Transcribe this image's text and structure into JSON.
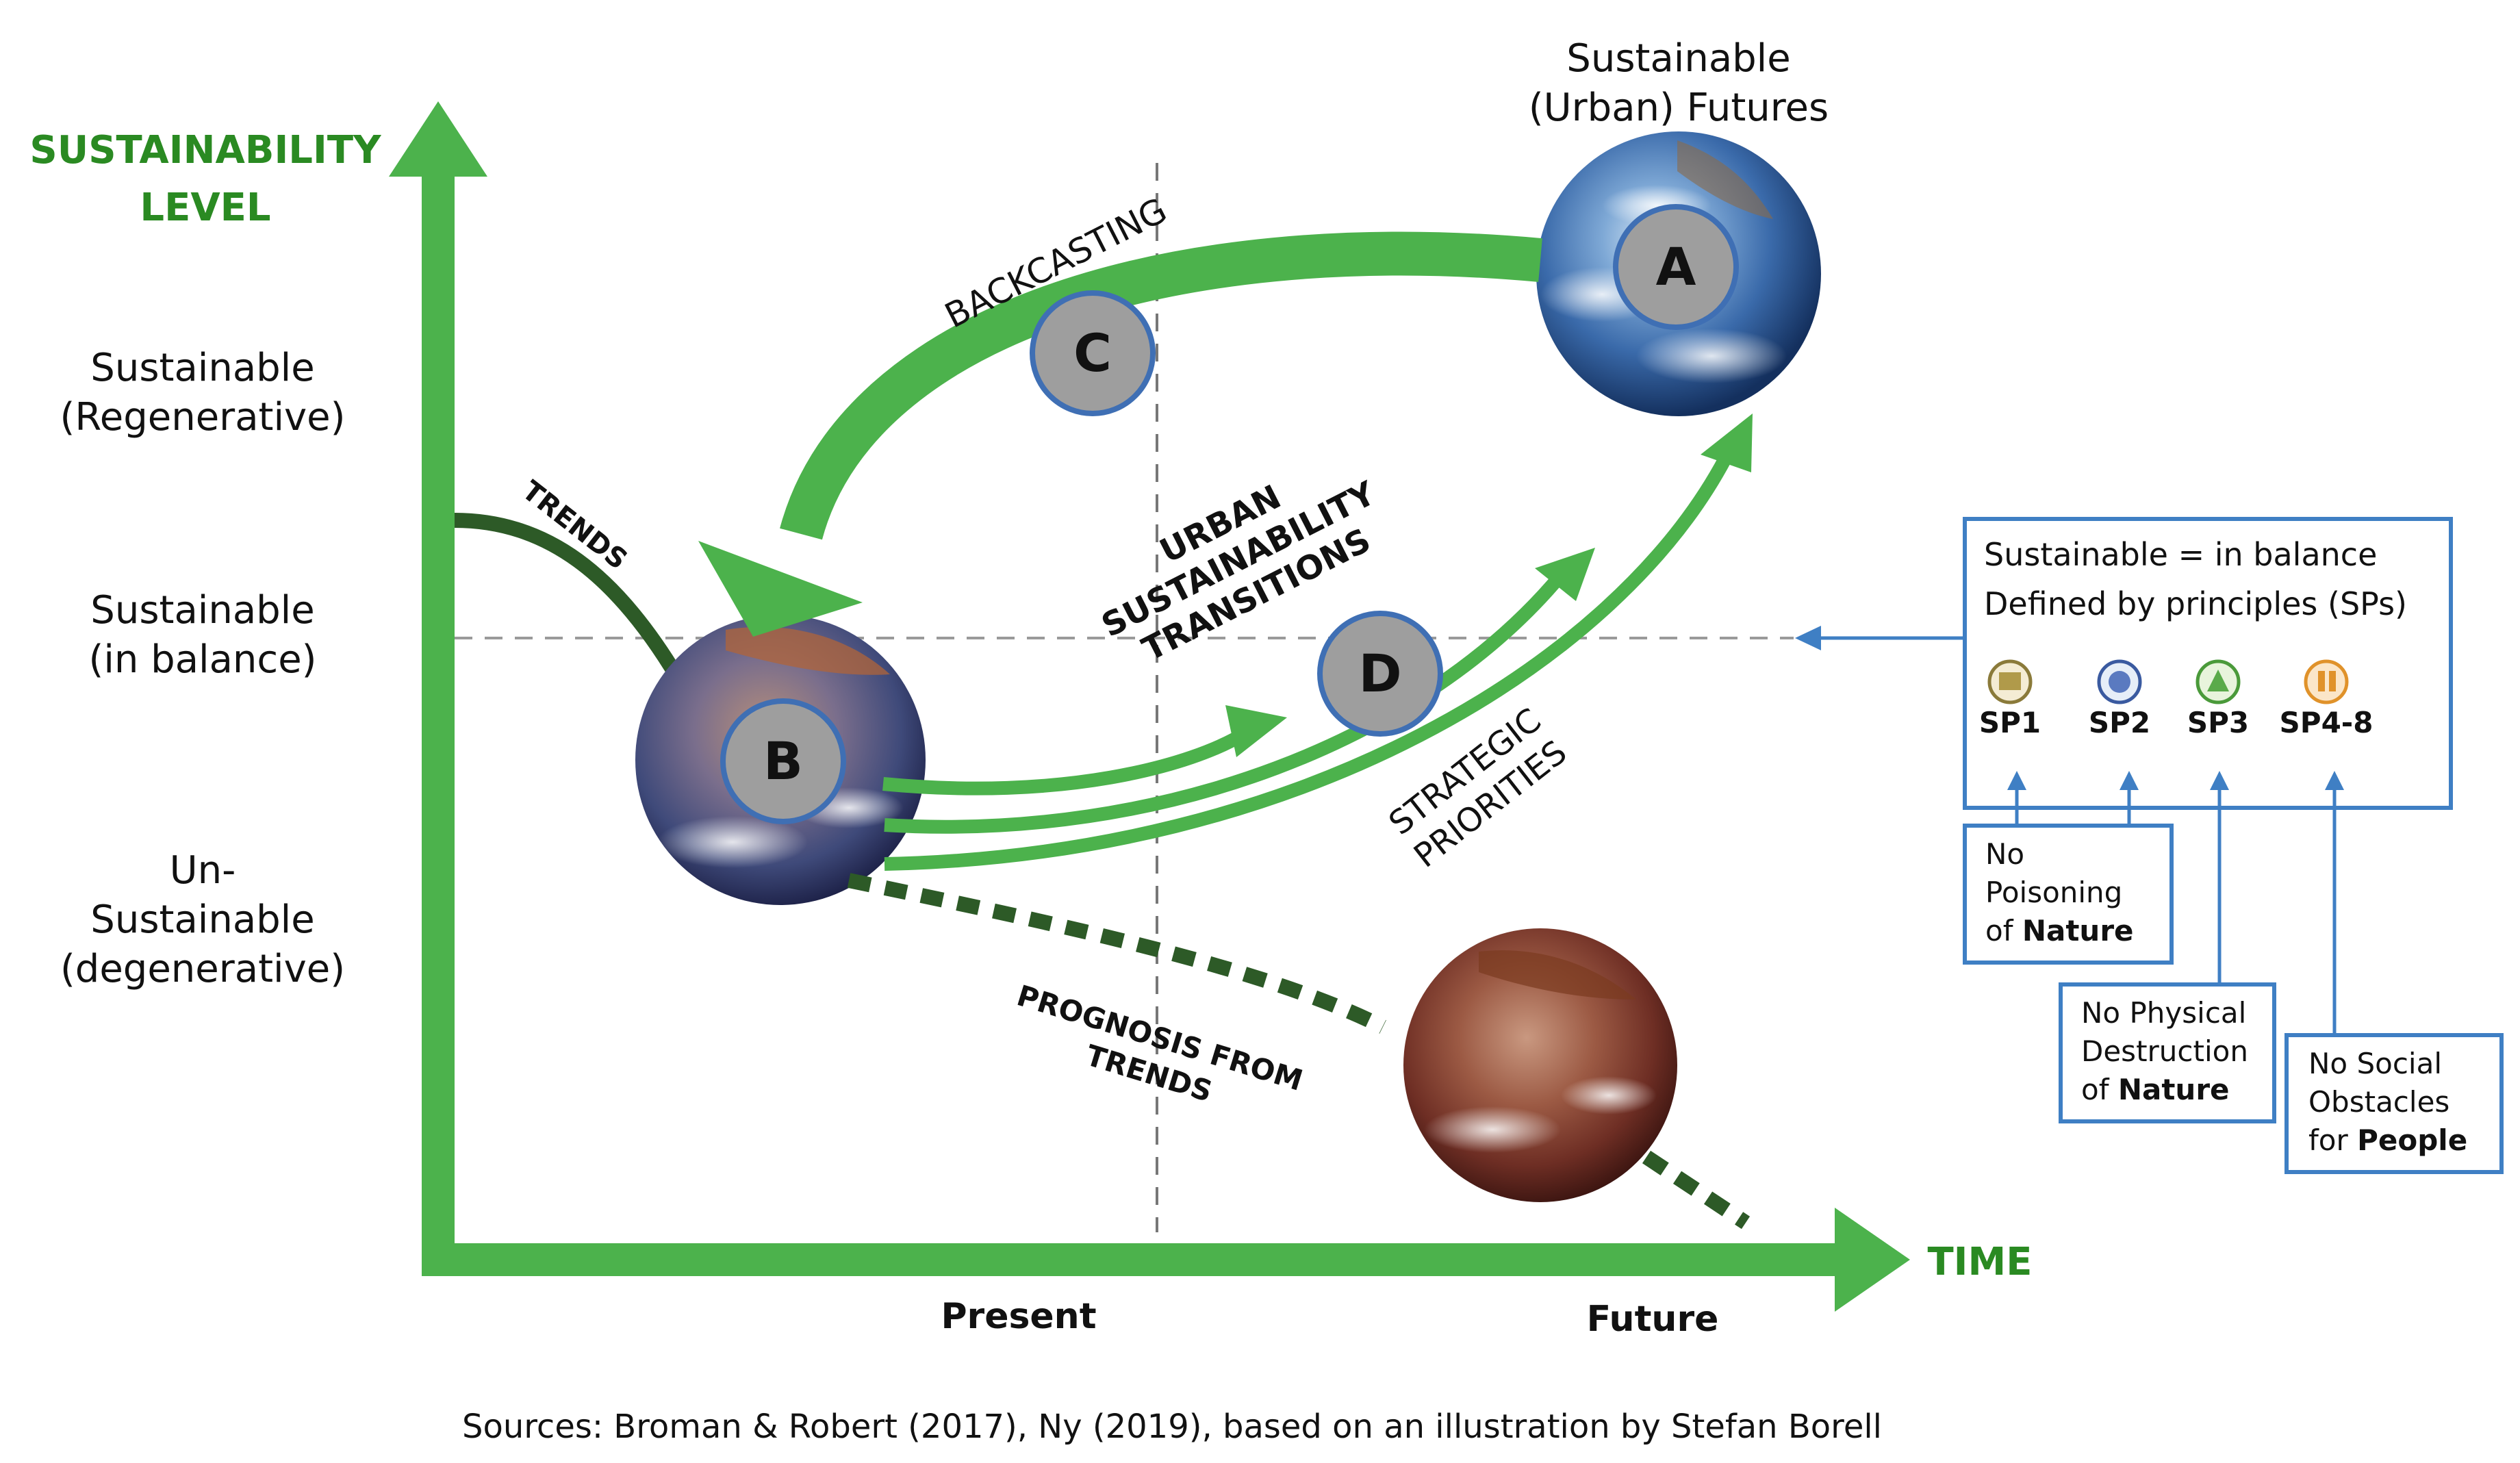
{
  "y_axis": {
    "title_line1": "SUSTAINABILITY",
    "title_line2": "LEVEL",
    "levels": [
      [
        "Sustainable",
        "(Regenerative)"
      ],
      [
        "Sustainable",
        "(in balance)"
      ],
      [
        "Un-",
        "Sustainable",
        "(degenerative)"
      ]
    ]
  },
  "x_axis": {
    "title": "TIME",
    "present": "Present",
    "future": "Future"
  },
  "futures_label": [
    "Sustainable",
    "(Urban) Futures"
  ],
  "nodes": {
    "a": "A",
    "b": "B",
    "c": "C",
    "d": "D"
  },
  "arrow_labels": {
    "backcasting": "BACKCASTING",
    "trends": "TRENDS",
    "transitions": [
      "URBAN",
      "SUSTAINABILITY",
      "TRANSITIONS"
    ],
    "strategic": [
      "STRATEGIC",
      "PRIORITIES"
    ],
    "prognosis": [
      "PROGNOSIS FROM",
      "TRENDS"
    ]
  },
  "principles_box": {
    "line1": "Sustainable = in balance",
    "line2": "Defined by principles (SPs)",
    "principles": [
      "SP1",
      "SP2",
      "SP3",
      "SP4-8"
    ]
  },
  "principle_notes": [
    {
      "lines": [
        "No",
        "Poisoning"
      ],
      "prefix": "of",
      "bold": "Nature"
    },
    {
      "lines": [
        "No Physical",
        "Destruction"
      ],
      "prefix": "of",
      "bold": "Nature"
    },
    {
      "lines": [
        "No Social",
        "Obstacles"
      ],
      "prefix": "for",
      "bold": "People"
    }
  ],
  "source": "Sources: Broman & Robert (2017), Ny (2019), based on an illustration by Stefan Borell",
  "colors": {
    "axis_green": "#4cb24c",
    "dark_green": "#2d5a27",
    "title_green": "#2a8a22",
    "box_blue": "#3f7fc4",
    "node_fill": "#9e9e9e"
  }
}
